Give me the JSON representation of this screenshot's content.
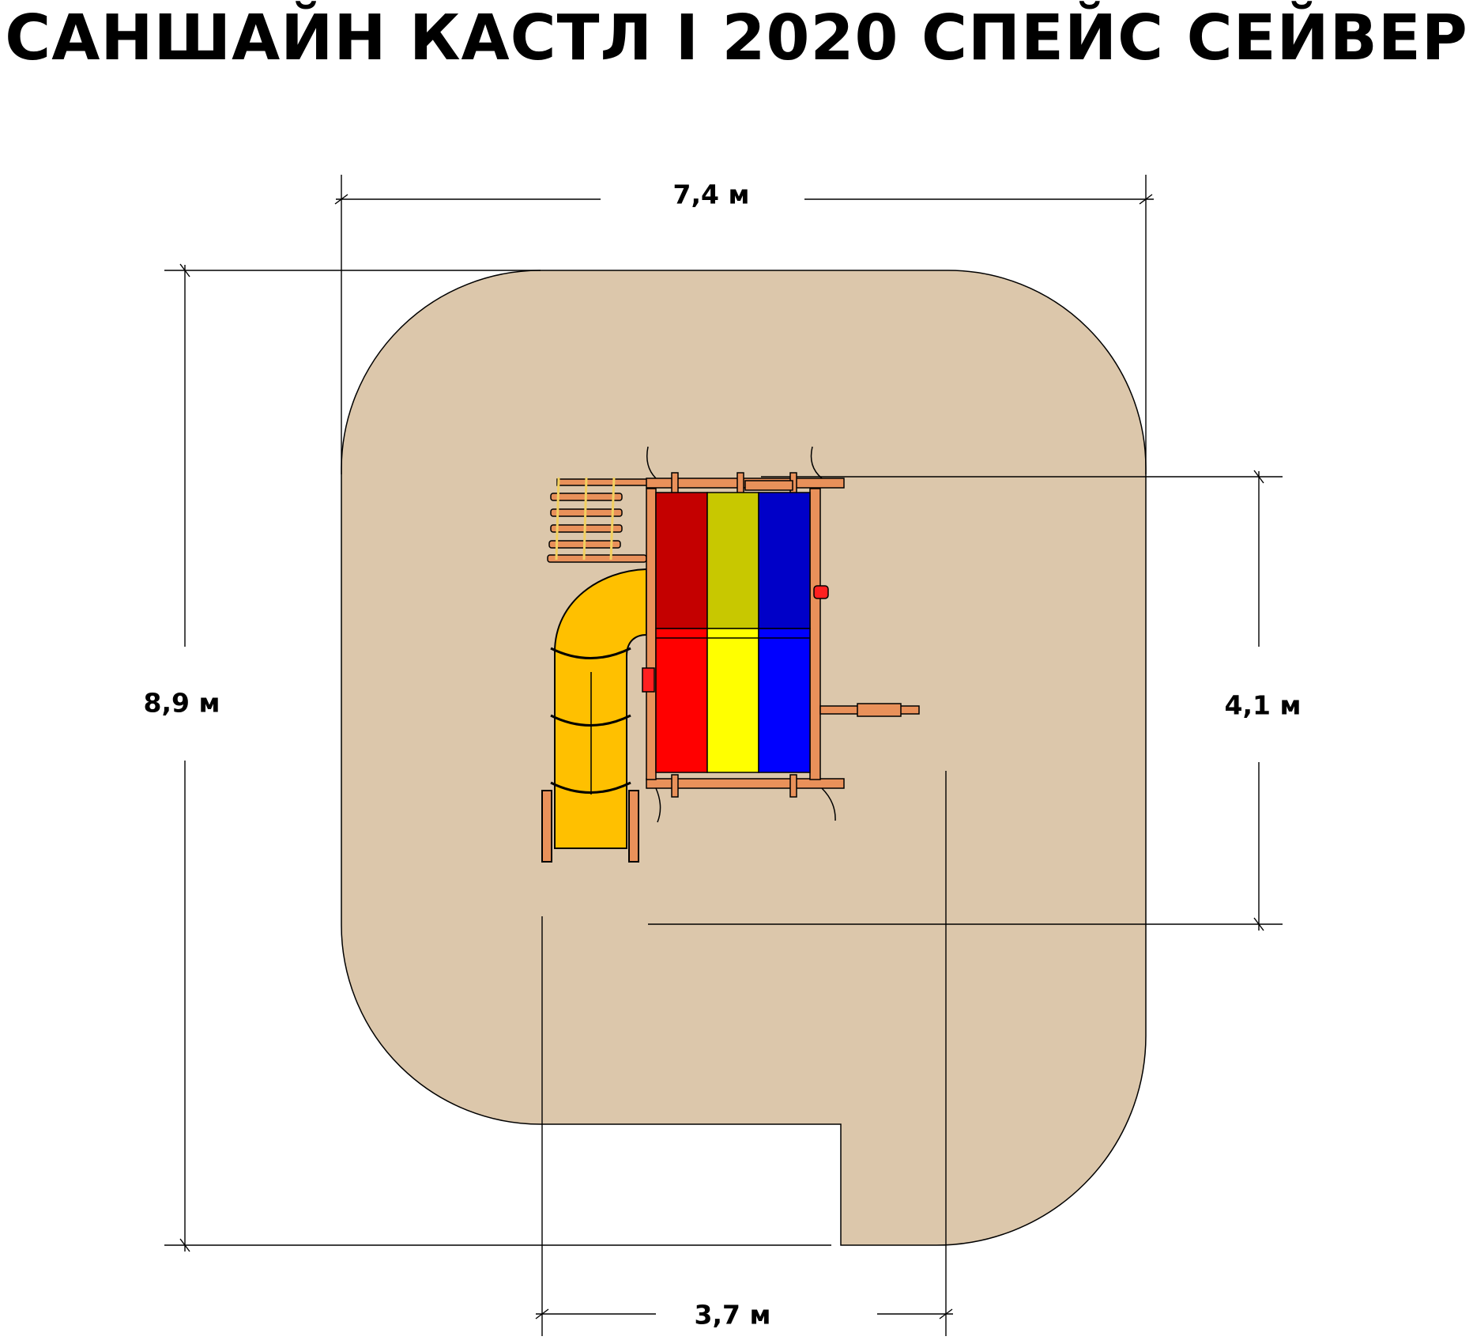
{
  "title": "САНШАЙН КАСТЛ І 2020 СПЕЙС СЕЙВЕР",
  "dimensions": {
    "width_total": "7,4 м",
    "depth_total": "8,9 м",
    "structure_depth": "4,1 м",
    "structure_width": "3,7 м"
  },
  "colors": {
    "safety_zone": "#dcc7ab",
    "wood": "#e9915a",
    "slide": "#ffc000",
    "roof_top": [
      "#c40000",
      "#c8c800",
      "#0000c8"
    ],
    "roof_bottom": [
      "#ff0000",
      "#ffff00",
      "#0000ff"
    ]
  }
}
